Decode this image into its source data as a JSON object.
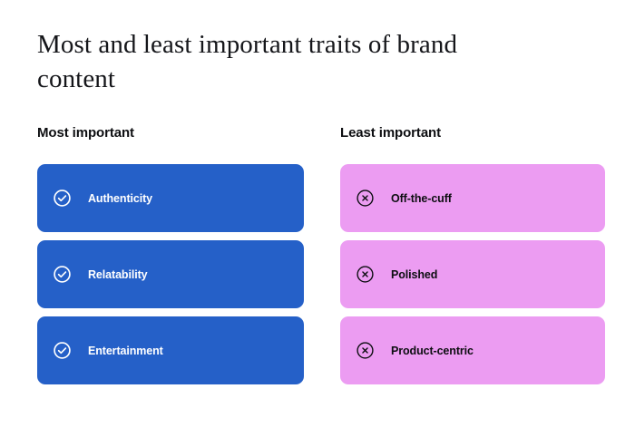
{
  "title": "Most and least important traits of brand content",
  "colors": {
    "blue": "#2560c8",
    "pink": "#ec9cf2",
    "text_dark": "#0d0e11",
    "text_light": "#ffffff",
    "background": "#ffffff"
  },
  "columns": [
    {
      "header": "Most important",
      "variant": "blue",
      "icon": "check-circle-icon",
      "items": [
        {
          "label": "Authenticity"
        },
        {
          "label": "Relatability"
        },
        {
          "label": "Entertainment"
        }
      ]
    },
    {
      "header": "Least important",
      "variant": "pink",
      "icon": "x-circle-icon",
      "items": [
        {
          "label": "Off-the-cuff"
        },
        {
          "label": "Polished"
        },
        {
          "label": "Product-centric"
        }
      ]
    }
  ]
}
